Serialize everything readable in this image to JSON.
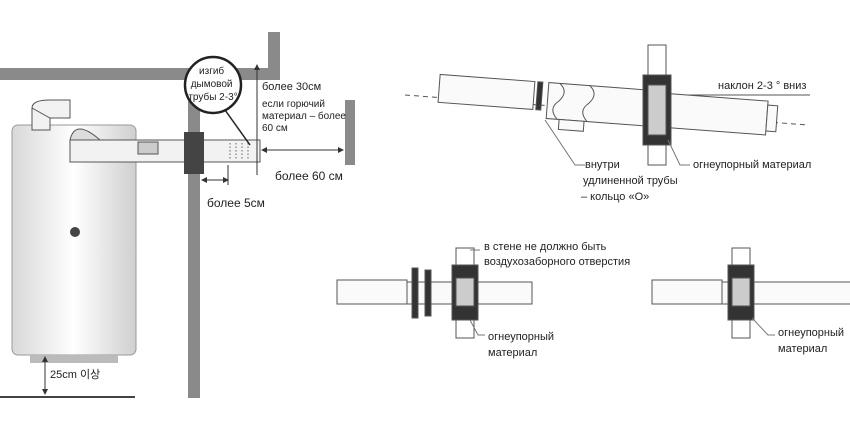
{
  "left_diagram": {
    "bend_label": [
      "изгиб",
      "дымовой",
      "трубы 2-3°"
    ],
    "clearance_top": "более 30см",
    "combustible_note": [
      "если горючий",
      "материал – более",
      "60 см"
    ],
    "clearance_front": "более 60 см",
    "wall_protrusion": "более 5см",
    "floor_clearance": "25cm 이상"
  },
  "top_right_diagram": {
    "slope_label": "наклон 2-3 ° вниз",
    "oring_label": [
      "внутри",
      "удлиненной трубы",
      "– кольцо «О»"
    ],
    "fireproof_label": "огнеупорный материал"
  },
  "bottom_left_diagram": {
    "wall_note": [
      "в стене не должно быть",
      "воздухозаборного отверстия"
    ],
    "fireproof_label": [
      "огнеупорный",
      "материал"
    ]
  },
  "bottom_right_diagram": {
    "fireproof_label": [
      "огнеупорный",
      "материал"
    ]
  },
  "colors": {
    "wall": "#8a8a8a",
    "line": "#333333",
    "fill": "#f2f2f2"
  }
}
